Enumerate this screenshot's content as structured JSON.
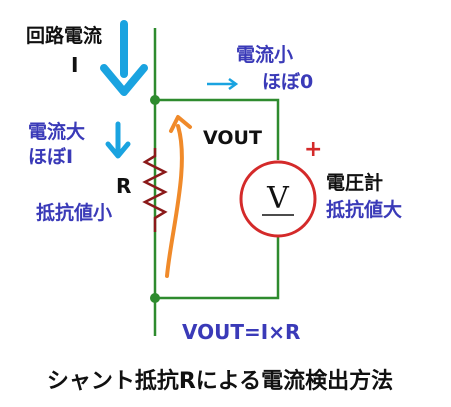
{
  "labels": {
    "circuit_current": "回路電流",
    "current_symbol": "I",
    "small_current_line1": "電流小",
    "small_current_line2": "ほぼ0",
    "large_current_line1": "電流大",
    "large_current_line2": "ほぼI",
    "resistor_symbol": "R",
    "resistor_value": "抵抗値小",
    "vout": "VOUT",
    "plus_sign": "+",
    "voltmeter": "電圧計",
    "voltmeter_value": "抵抗値大",
    "voltmeter_symbol": "V",
    "formula": "VOUT=I×R",
    "title": "シャント抵抗Rによる電流検出方法"
  },
  "colors": {
    "wire": "#2e8b2e",
    "arrow_main": "#1aa3e0",
    "arrow_vout": "#f08a2a",
    "voltmeter": "#d42a2a",
    "resistor": "#8b1a1a",
    "text_blue": "#3a3ab8",
    "text_black": "#111111"
  }
}
